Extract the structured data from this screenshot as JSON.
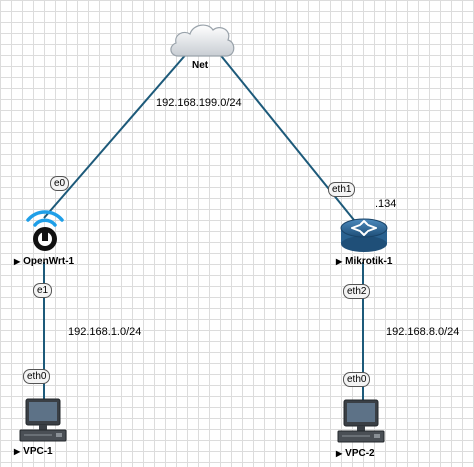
{
  "colors": {
    "link": "#1d5a7a",
    "grid": "#dcdcdc"
  },
  "nodes": {
    "net": {
      "label": "Net",
      "icon": "cloud-icon"
    },
    "openwrt": {
      "label": "OpenWrt-1",
      "icon": "wifi-router-icon"
    },
    "mikrotik": {
      "label": "Mikrotik-1",
      "icon": "router-icon",
      "ip_suffix": ".134"
    },
    "vpc1": {
      "label": "VPC-1",
      "icon": "pc-icon"
    },
    "vpc2": {
      "label": "VPC-2",
      "icon": "pc-icon"
    }
  },
  "interfaces": {
    "openwrt_e0": "e0",
    "openwrt_e1": "e1",
    "mikrotik_eth1": "eth1",
    "mikrotik_eth2": "eth2",
    "vpc1_eth0": "eth0",
    "vpc2_eth0": "eth0"
  },
  "networks": {
    "net_subnet": "192.168.199.0/24",
    "lan1_subnet": "192.168.1.0/24",
    "lan2_subnet": "192.168.8.0/24"
  }
}
